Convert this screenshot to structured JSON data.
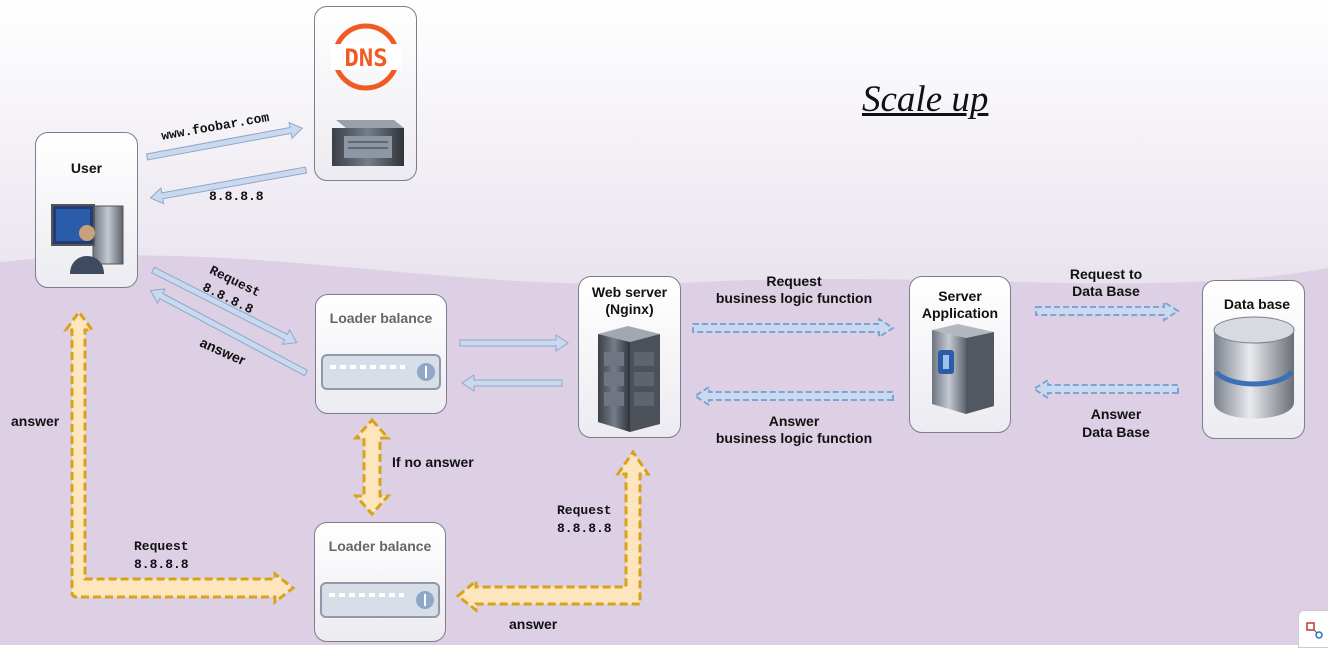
{
  "title": "Scale up",
  "nodes": {
    "user": "User",
    "loader_top": "Loader balance",
    "loader_bottom": "Loader balance",
    "web_server": [
      "Web server",
      "(Nginx)"
    ],
    "server_app": [
      "Server",
      "Application"
    ],
    "database": "Data base"
  },
  "dns_logo": "DNS",
  "labels": {
    "domain": "www.foobar.com",
    "dns_answer": "8.8.8.8",
    "request_user": [
      "Request",
      "8.8.8.8"
    ],
    "answer_user": "answer",
    "request_blf": [
      "Request",
      "business logic function"
    ],
    "answer_blf": [
      "Answer",
      "business logic function"
    ],
    "request_db": [
      "Request to",
      "Data Base"
    ],
    "answer_db": [
      "Answer",
      "Data Base"
    ],
    "answer_left": "answer",
    "request_bottom_left": [
      "Request",
      "8.8.8.8"
    ],
    "request_bottom_right": [
      "Request",
      "8.8.8.8"
    ],
    "if_no_answer": "If no answer",
    "answer_bottom": "answer"
  },
  "colors": {
    "solid_arrow": "#c9daf0",
    "dashed_arrow": "#8fb2db",
    "failover_arrow": "#d8a21a",
    "failover_fill": "#fde6bd"
  }
}
